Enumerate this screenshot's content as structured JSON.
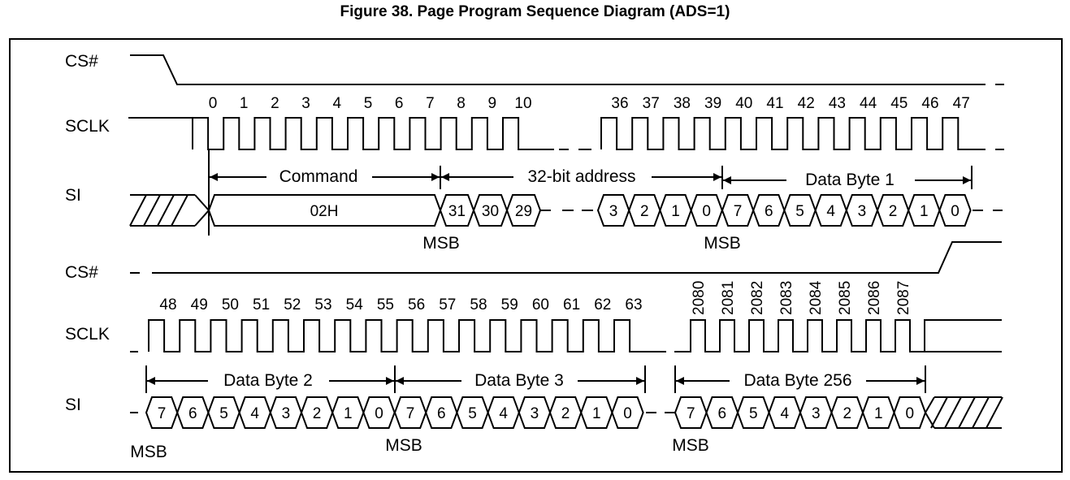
{
  "title": "Figure 38. Page Program Sequence Diagram (ADS=1)",
  "signals": {
    "cs": "CS#",
    "sclk": "SCLK",
    "si": "SI"
  },
  "top": {
    "clock_numbers_a": [
      "0",
      "1",
      "2",
      "3",
      "4",
      "5",
      "6",
      "7",
      "8",
      "9",
      "10"
    ],
    "clock_numbers_b": [
      "36",
      "37",
      "38",
      "39",
      "40",
      "41",
      "42",
      "43",
      "44",
      "45",
      "46",
      "47"
    ],
    "command_label": "Command",
    "address_label": "32-bit address",
    "data_label": "Data Byte 1",
    "command_value": "02H",
    "address_bits_a": [
      "31",
      "30",
      "29"
    ],
    "address_bits_b": [
      "3",
      "2",
      "1",
      "0"
    ],
    "data_bits": [
      "7",
      "6",
      "5",
      "4",
      "3",
      "2",
      "1",
      "0"
    ],
    "msb_label": "MSB"
  },
  "bottom": {
    "clock_numbers_a": [
      "48",
      "49",
      "50",
      "51",
      "52",
      "53",
      "54",
      "55",
      "56",
      "57",
      "58",
      "59",
      "60",
      "61",
      "62",
      "63"
    ],
    "clock_numbers_b": [
      "2080",
      "2081",
      "2082",
      "2083",
      "2084",
      "2085",
      "2086",
      "2087"
    ],
    "data2_label": "Data Byte 2",
    "data3_label": "Data Byte 3",
    "data256_label": "Data Byte 256",
    "data2_bits": [
      "7",
      "6",
      "5",
      "4",
      "3",
      "2",
      "1",
      "0"
    ],
    "data3_bits": [
      "7",
      "6",
      "5",
      "4",
      "3",
      "2",
      "1",
      "0"
    ],
    "data256_bits": [
      "7",
      "6",
      "5",
      "4",
      "3",
      "2",
      "1",
      "0"
    ],
    "msb_label": "MSB"
  }
}
